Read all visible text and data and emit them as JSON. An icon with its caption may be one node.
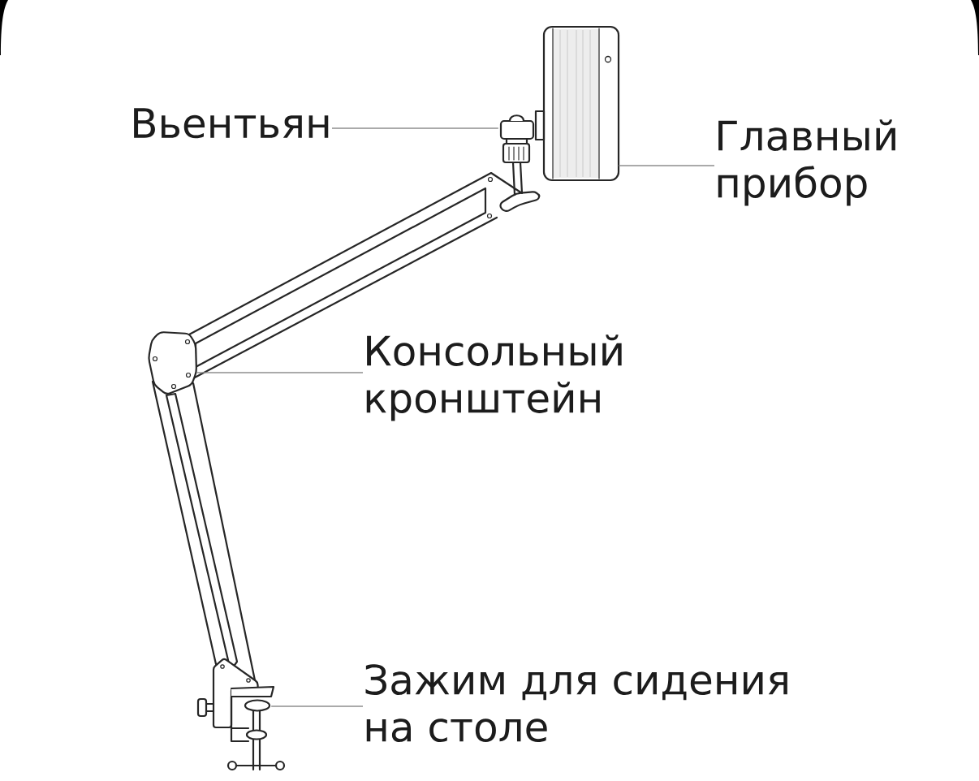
{
  "diagram": {
    "nodes": [
      {
        "text": [
          "Вьентьян"
        ]
      },
      {
        "text": [],
        "shape": "picture"
      },
      {
        "text": [
          "Главный прибор"
        ]
      },
      {
        "text": [],
        "shape": "picture"
      },
      {
        "text": [
          "Консольный кронштейн"
        ]
      },
      {
        "text": [],
        "shape": "picture"
      },
      {
        "text": [
          "Зажим для сидения на столе"
        ]
      },
      {
        "text": [],
        "shape": "picture"
      }
    ],
    "edges": [
      {
        "from": 0,
        "to": 1,
        "arrow": "none"
      },
      {
        "from": 2,
        "to": 3,
        "arrow": "none"
      },
      {
        "from": 4,
        "to": 5,
        "arrow": "none"
      },
      {
        "from": 6,
        "to": 7,
        "arrow": "none"
      }
    ]
  }
}
